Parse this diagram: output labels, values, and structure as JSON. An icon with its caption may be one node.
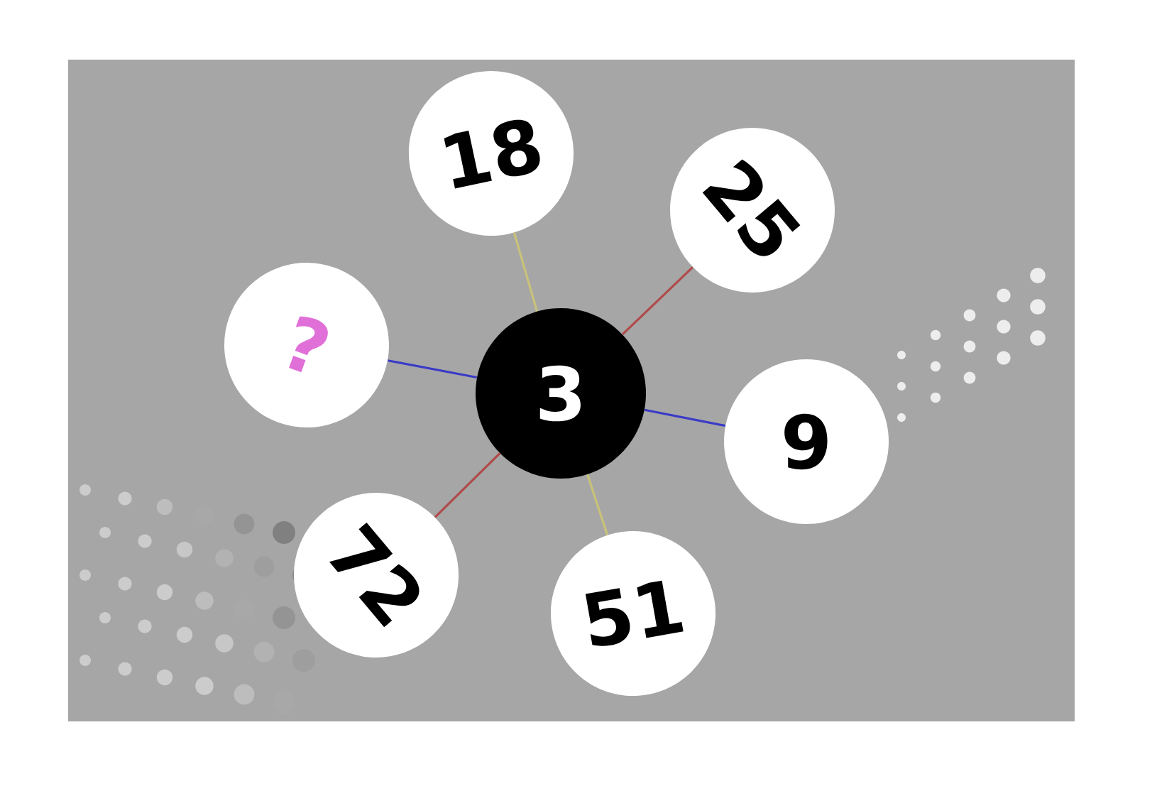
{
  "diagram": {
    "nodes": [
      {
        "text": [
          "18"
        ]
      },
      {
        "text": [
          "25"
        ]
      },
      {
        "text": [
          "?"
        ]
      },
      {
        "text": [
          "3"
        ]
      },
      {
        "text": [
          "9"
        ]
      },
      {
        "text": [
          "72"
        ]
      },
      {
        "text": [
          "51"
        ]
      }
    ],
    "edges": [
      {
        "from": 3,
        "to": 0,
        "arrow": "none",
        "color": "#c8c27a"
      },
      {
        "from": 3,
        "to": 1,
        "arrow": "none",
        "color": "#b04a4a"
      },
      {
        "from": 3,
        "to": 2,
        "arrow": "none",
        "color": "#3a3ac8"
      },
      {
        "from": 3,
        "to": 4,
        "arrow": "none",
        "color": "#3a3ac8"
      },
      {
        "from": 3,
        "to": 5,
        "arrow": "none",
        "color": "#b04a4a"
      },
      {
        "from": 3,
        "to": 6,
        "arrow": "none",
        "color": "#c8c27a"
      }
    ]
  }
}
